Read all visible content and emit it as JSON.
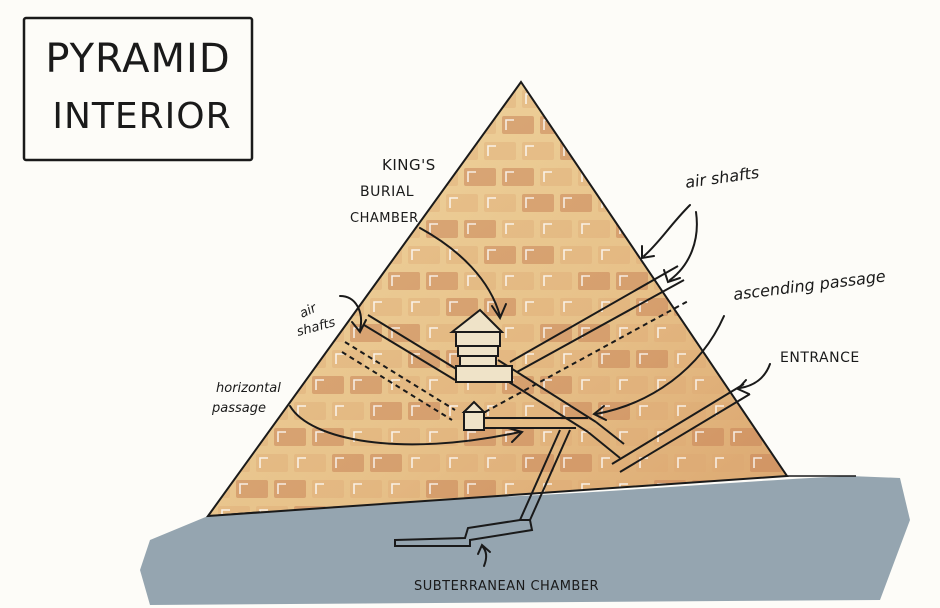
{
  "title": {
    "line1": "PYRAMID",
    "line2": "INTERIOR"
  },
  "labels": {
    "kings_chamber_1": "KING'S",
    "kings_chamber_2": "BURIAL",
    "kings_chamber_3": "CHAMBER",
    "air_shafts_right": "air shafts",
    "air_shafts_left_1": "air",
    "air_shafts_left_2": "shafts",
    "ascending_passage": "ascending passage",
    "entrance": "ENTRANCE",
    "horizontal_passage_1": "horizontal",
    "horizontal_passage_2": "passage",
    "subterranean_chamber": "SUBTERRANEAN CHAMBER"
  },
  "colors": {
    "pyramid_fill": "#e9c98f",
    "brick": "#c9855a",
    "brick_light": "#dda774",
    "ground": "#8fa0ac",
    "ink": "#1a1a1a"
  }
}
